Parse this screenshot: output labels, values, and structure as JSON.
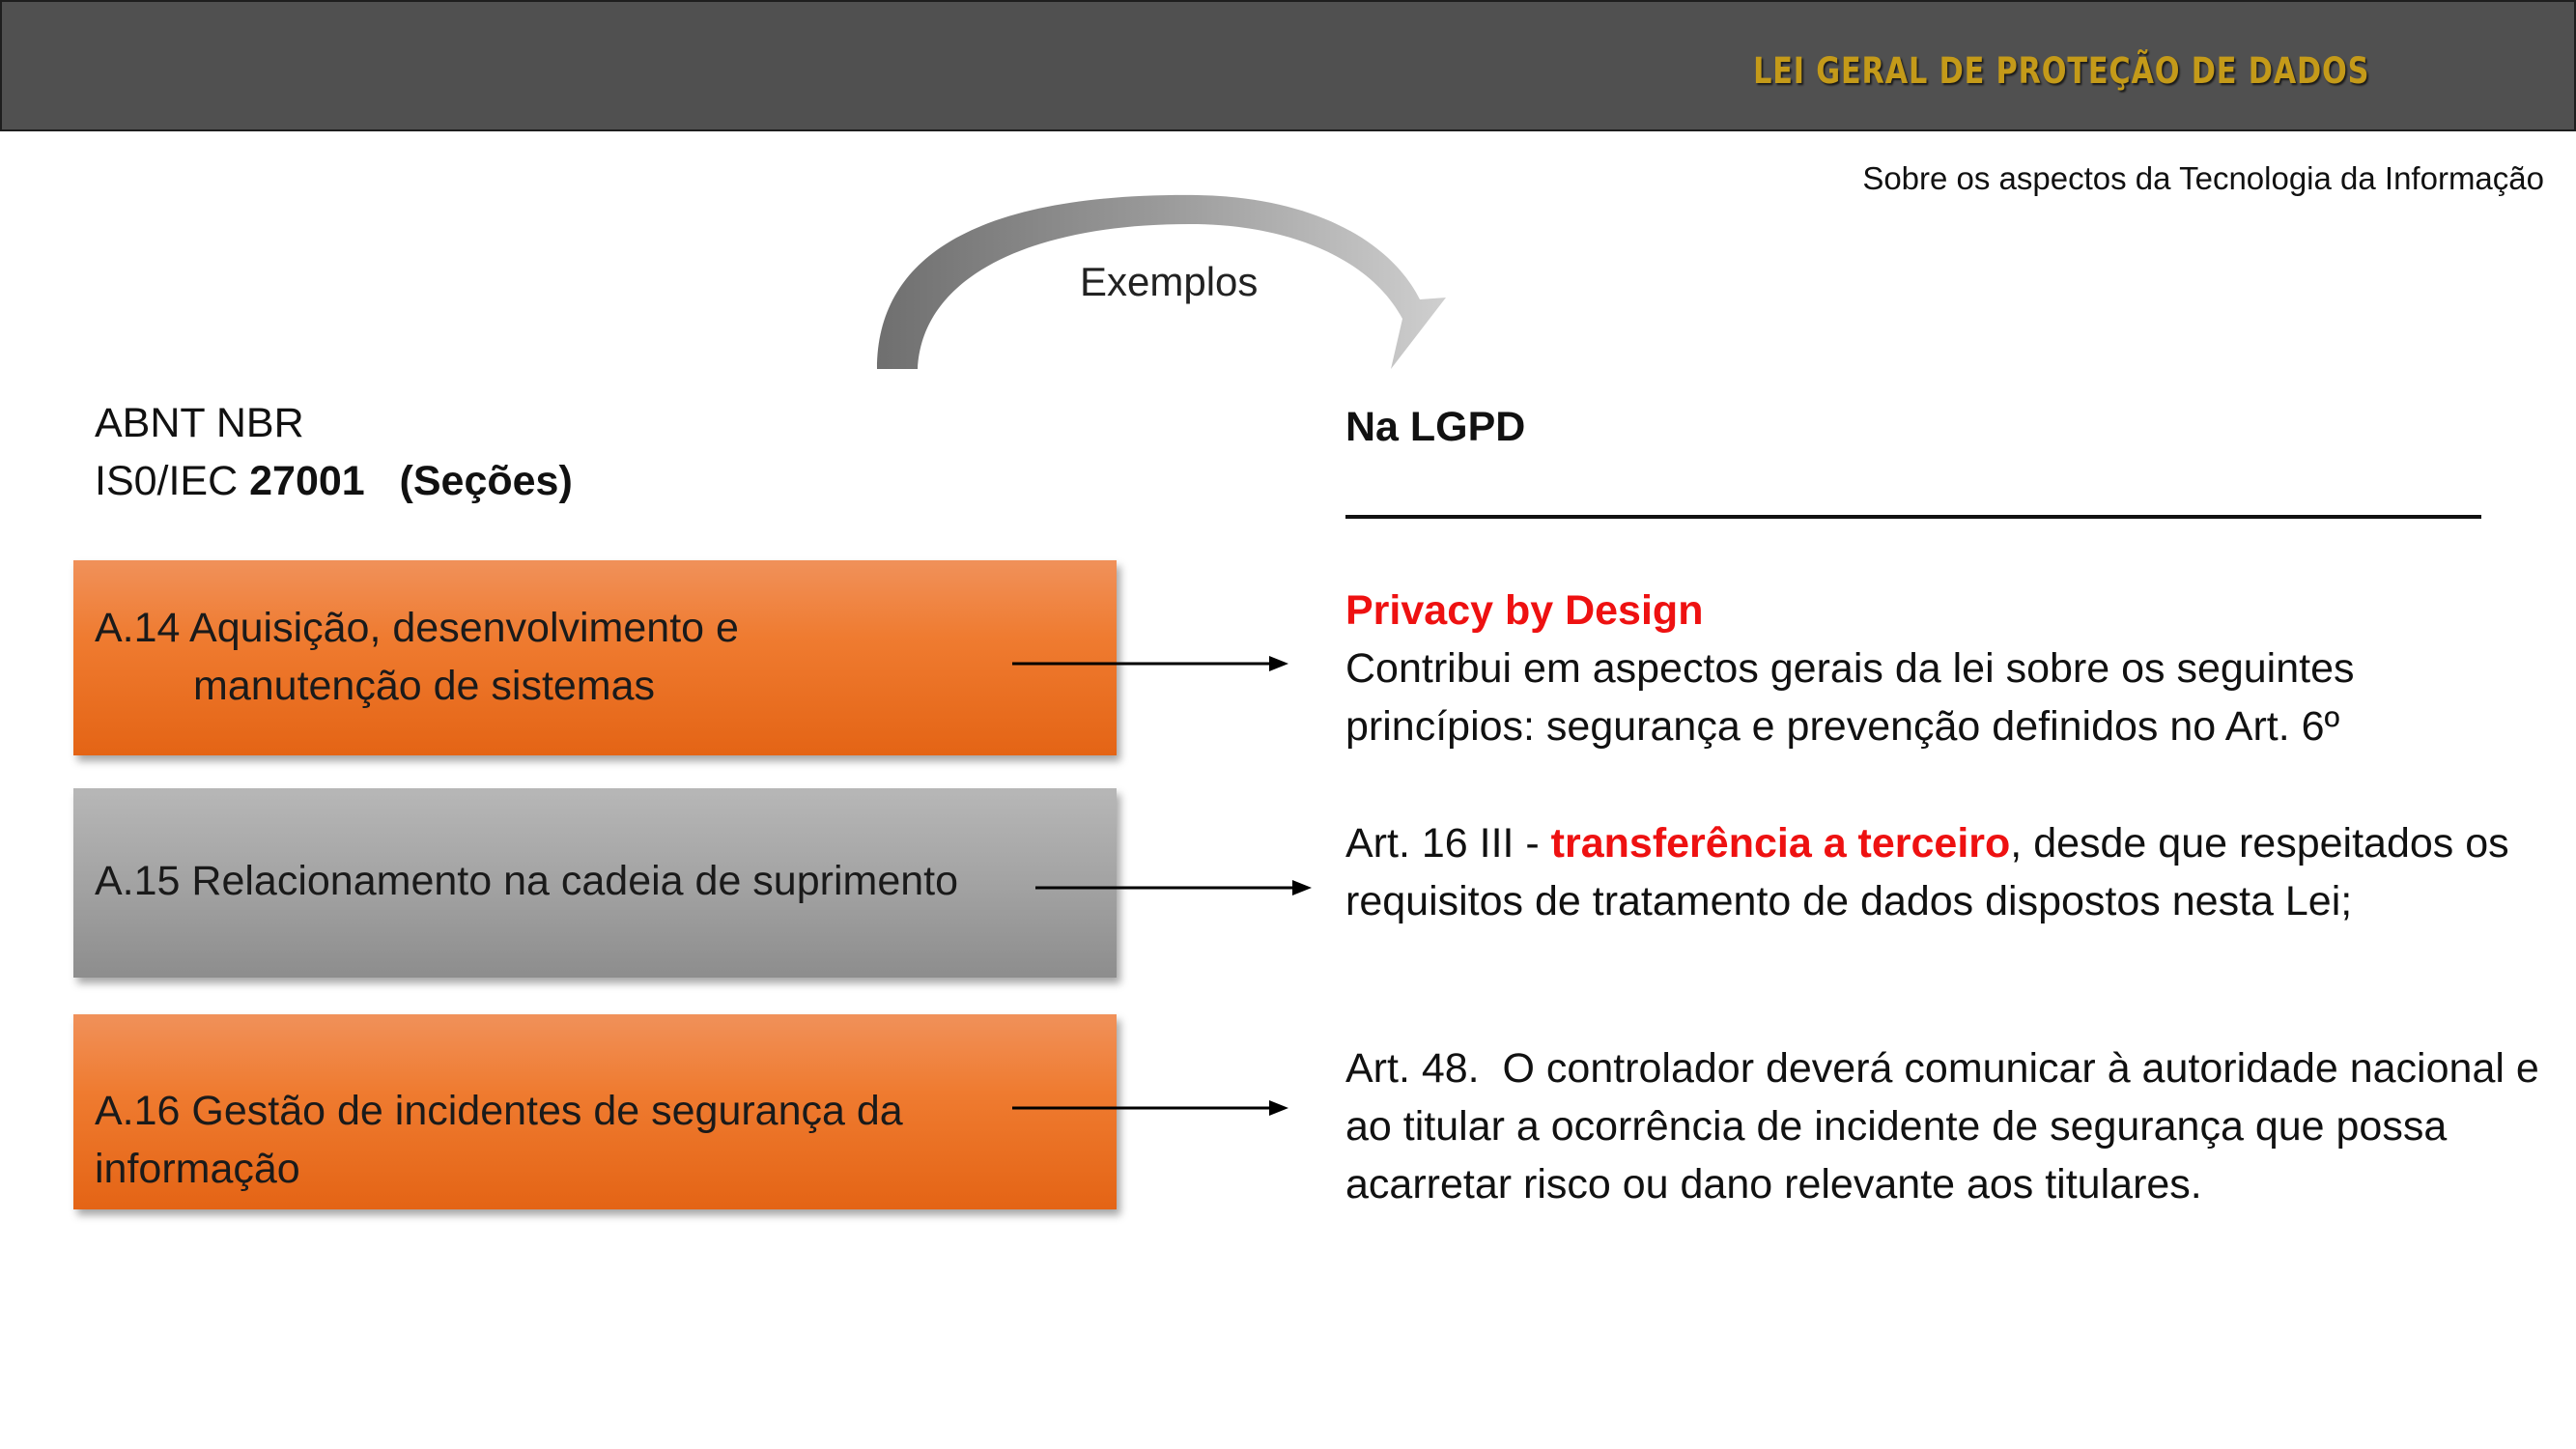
{
  "header": {
    "title": "LEI GERAL DE PROTEÇÃO DE DADOS"
  },
  "subtitle": "Sobre os aspectos da Tecnologia da Informação",
  "curve_label": "Exemplos",
  "left_heading": {
    "line1": "ABNT NBR",
    "line2_prefix": "IS0/IEC ",
    "line2_bold": "27001   (Seções)"
  },
  "sections": [
    {
      "line1": "A.14 Aquisição, desenvolvimento e",
      "line2": "manutenção de sistemas"
    },
    {
      "line1": "A.15 Relacionamento na cadeia de suprimento"
    },
    {
      "line1": "A.16 Gestão de incidentes de segurança da",
      "line2": "informação"
    }
  ],
  "right_heading": "Na LGPD",
  "items": {
    "privacy": {
      "title": "Privacy by Design",
      "body_line1": "Contribui em aspectos gerais da lei sobre os seguintes",
      "body_line2": "princípios: segurança e prevenção definidos no Art. 6º"
    },
    "art16": {
      "prefix": "Art. 16 III - ",
      "highlight": "transferência a terceiro",
      "suffix": ", desde que respeitados os requisitos de tratamento de dados dispostos nesta Lei;"
    },
    "art48": {
      "text": "Art. 48.  O controlador deverá comunicar à autoridade nacional e ao titular a ocorrência de incidente de segurança que possa acarretar risco ou dano relevante aos titulares."
    }
  },
  "colors": {
    "orange": "#ef7b30",
    "gray": "#a3a3a3",
    "header_bg": "#505050",
    "title_gold": "#c49a19",
    "highlight_red": "#ee1111"
  }
}
